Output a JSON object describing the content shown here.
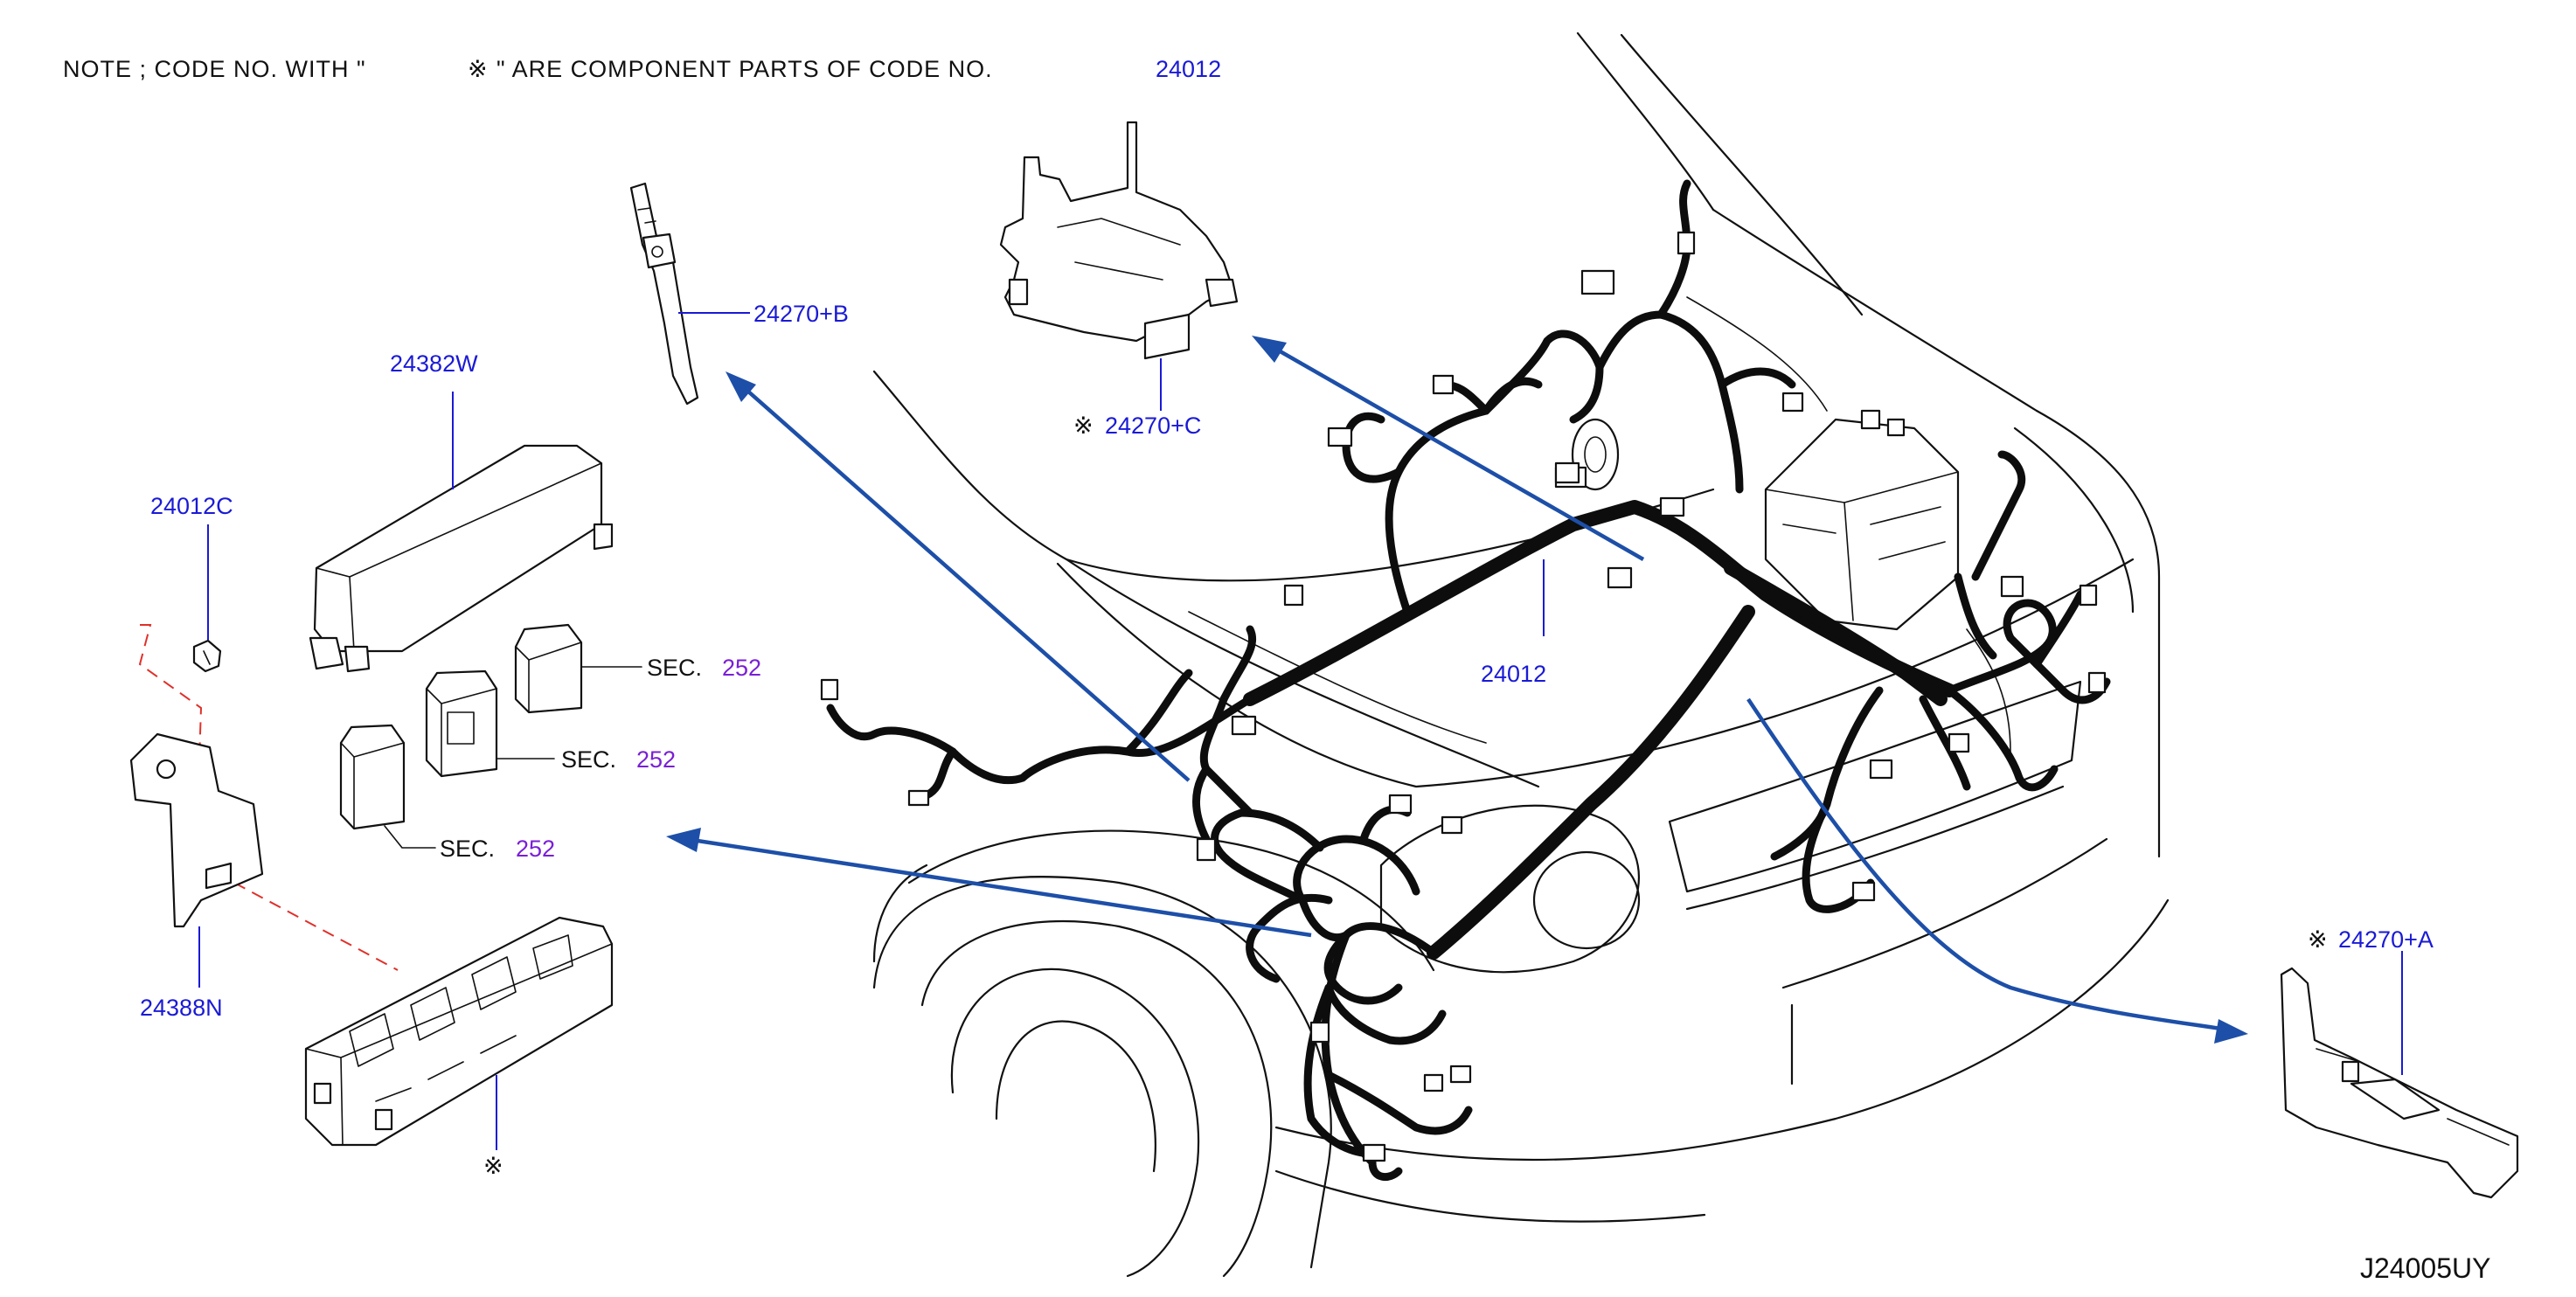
{
  "note": {
    "prefix": "NOTE  ;  CODE  NO.  WITH  \"",
    "symbol": "※",
    "suffix": "\"  ARE  COMPONENT  PARTS  OF  CODE  NO.",
    "code": "24012"
  },
  "callouts": {
    "p24270B": "24270+B",
    "p24270C": "24270+C",
    "p24382W": "24382W",
    "p24012C": "24012C",
    "p24388N": "24388N",
    "p24012": "24012",
    "p24270A": "24270+A",
    "star": "※"
  },
  "sections": [
    {
      "prefix": "SEC.",
      "num": "252"
    },
    {
      "prefix": "SEC.",
      "num": "252"
    },
    {
      "prefix": "SEC.",
      "num": "252"
    }
  ],
  "figure_id": "J24005UY",
  "colors": {
    "callout": "#1a1ad6",
    "section_ref": "#7a1fd6",
    "arrow": "#1d4fa8",
    "dashed_guide": "#e0302a"
  }
}
